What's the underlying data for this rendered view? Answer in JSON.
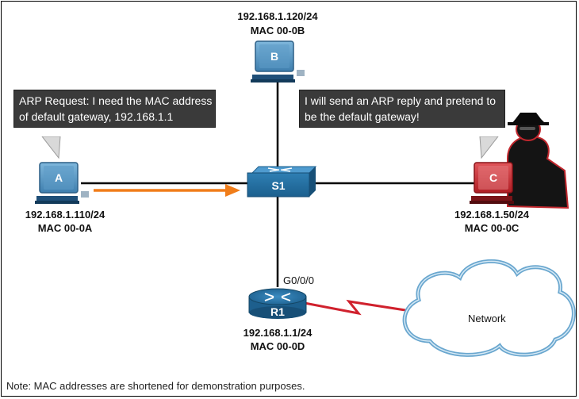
{
  "hosts": {
    "a": {
      "letter": "A",
      "ip": "192.168.1.110/24",
      "mac": "MAC 00-0A"
    },
    "b": {
      "letter": "B",
      "ip": "192.168.1.120/24",
      "mac": "MAC 00-0B"
    },
    "c": {
      "letter": "C",
      "ip": "192.168.1.50/24",
      "mac": "MAC 00-0C"
    }
  },
  "switch": {
    "name": "S1"
  },
  "router": {
    "name": "R1",
    "interface": "G0/0/0",
    "ip": "192.168.1.1/24",
    "mac": "MAC 00-0D"
  },
  "cloud": {
    "label": "Network"
  },
  "bubbles": {
    "request": [
      "ARP Request: I need the MAC address",
      "of default gateway, 192.168.1.1"
    ],
    "attacker": [
      "I will send an ARP reply and pretend to",
      "be the default gateway!"
    ]
  },
  "note": "Note: MAC addresses are shortened for demonstration purposes.",
  "colors": {
    "host_blue": "#4a8ab8",
    "attacker_red": "#c0272d",
    "arrow_orange": "#f07d1a",
    "serial_red": "#d0212d",
    "bubble_bg": "#3a3a3a",
    "cloud_stroke": "#6aa7cf"
  },
  "icons": [
    "pc-icon",
    "switch-icon",
    "router-icon",
    "cloud-icon",
    "hacker-icon",
    "serial-link-icon"
  ]
}
